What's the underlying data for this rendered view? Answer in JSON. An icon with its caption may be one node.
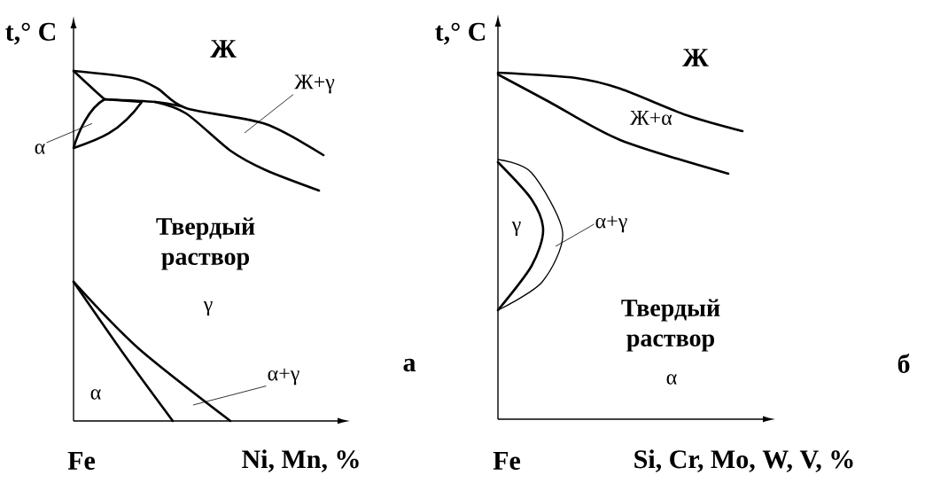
{
  "diagram": {
    "nodes": [
      {
        "text": [
          "α"
        ]
      },
      {
        "text": [
          "Ж+γ"
        ]
      },
      {
        "text": [
          "α+γ"
        ]
      },
      {
        "text": [
          "α+γ"
        ]
      },
      {
        "text": [],
        "shape": "triangle"
      }
    ],
    "edges": [
      {
        "from": 0,
        "to": 4,
        "arrow": "none"
      },
      {
        "from": 1,
        "to": null,
        "arrow": "none"
      },
      {
        "from": 2,
        "to": null,
        "arrow": "none"
      },
      {
        "from": 3,
        "to": null,
        "arrow": "none"
      }
    ],
    "labels": [
      "t,° C",
      "Ж",
      "Твердый раствор",
      "γ",
      "α",
      "а",
      "Fe",
      "Ni, Mn, %",
      "t,° C",
      "Ж",
      "Ж+α",
      "γ",
      "Твердый раствор",
      "α",
      "б",
      "Fe",
      "Si, Cr, Mo, W, V, %"
    ]
  }
}
